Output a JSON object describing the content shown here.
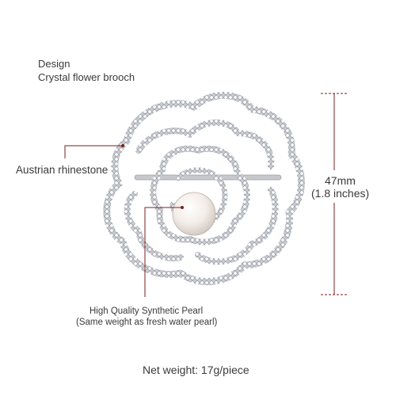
{
  "design": {
    "title": "Design",
    "name": "Crystal flower brooch"
  },
  "callouts": {
    "rhinestone": "Austrian rhinestone",
    "pearl": "High Quality Synthetic Pearl",
    "pearl_note": "(Same weight as fresh water pearl)"
  },
  "dimension": {
    "metric": "47mm",
    "imperial": "(1.8 inches)"
  },
  "footer": {
    "net_weight": "Net weight: 17g/piece"
  },
  "colors": {
    "leader_line": "#7a1f1f",
    "metal": "#b9bcc2",
    "crystal": "#f4f6f8",
    "pearl": "#f2ece6"
  }
}
